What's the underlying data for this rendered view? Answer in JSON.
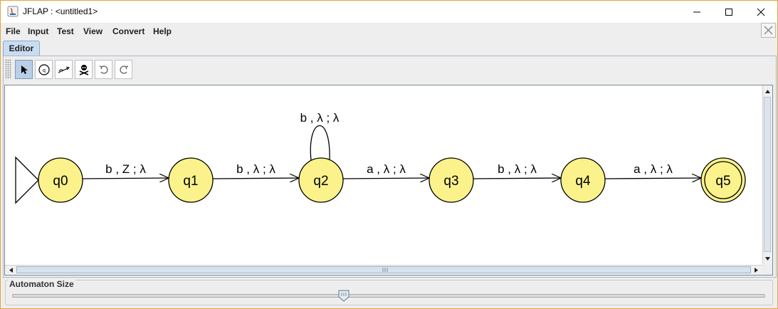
{
  "window": {
    "title": "JFLAP : <untitled1>",
    "controls": {
      "minimize": "minimize",
      "maximize": "maximize",
      "close": "close"
    }
  },
  "menu": {
    "items": [
      {
        "label": "File"
      },
      {
        "label": "Input"
      },
      {
        "label": "Test"
      },
      {
        "label": "View"
      },
      {
        "label": "Convert"
      },
      {
        "label": "Help"
      }
    ]
  },
  "tabs": [
    {
      "label": "Editor",
      "active": true
    }
  ],
  "toolbar": {
    "tools": [
      {
        "name": "attribute-editor-arrow-icon",
        "selected": true
      },
      {
        "name": "state-creator-icon",
        "selected": false
      },
      {
        "name": "transition-creator-icon",
        "selected": false
      },
      {
        "name": "deleter-skull-icon",
        "selected": false
      },
      {
        "name": "undo-icon",
        "selected": false
      },
      {
        "name": "redo-icon",
        "selected": false
      }
    ]
  },
  "automaton": {
    "states": [
      {
        "id": "q0",
        "initial": true,
        "final": false
      },
      {
        "id": "q1",
        "initial": false,
        "final": false
      },
      {
        "id": "q2",
        "initial": false,
        "final": false
      },
      {
        "id": "q3",
        "initial": false,
        "final": false
      },
      {
        "id": "q4",
        "initial": false,
        "final": false
      },
      {
        "id": "q5",
        "initial": false,
        "final": true
      }
    ],
    "transitions": [
      {
        "from": "q0",
        "to": "q1",
        "label": "b , Z ; λ"
      },
      {
        "from": "q1",
        "to": "q2",
        "label": "b , λ ; λ"
      },
      {
        "from": "q2",
        "to": "q2",
        "label": "b , λ ; λ"
      },
      {
        "from": "q2",
        "to": "q3",
        "label": "a , λ ; λ"
      },
      {
        "from": "q3",
        "to": "q4",
        "label": "b , λ ; λ"
      },
      {
        "from": "q4",
        "to": "q5",
        "label": "a , λ ; λ"
      }
    ],
    "colors": {
      "state_fill": "#fbf28c",
      "state_stroke": "#000000"
    }
  },
  "size_panel": {
    "label": "Automaton Size",
    "slider_level": 0.44
  }
}
